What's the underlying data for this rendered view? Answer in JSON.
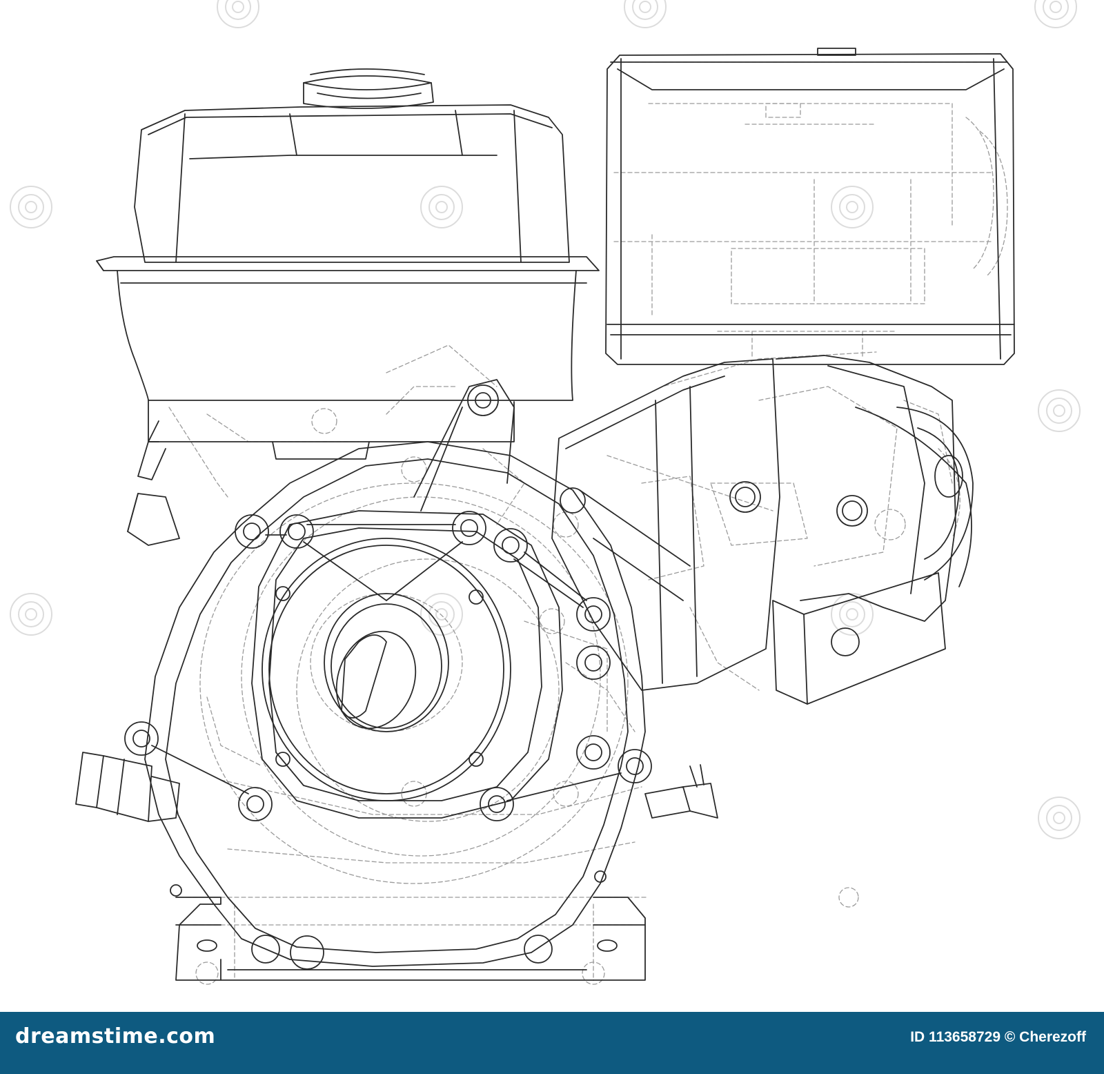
{
  "image": {
    "subject": "engine-line-drawing",
    "line_color": "#2a2a2a",
    "ghost_line_color": "#9a9a9a",
    "background": "#ffffff"
  },
  "watermark": {
    "text": "dreamstime",
    "color": "#d6d6d6"
  },
  "footer": {
    "background": "#0e5a80",
    "logo_text": "dreamstime.com",
    "credit_text": "ID 113658729 © Cherezoff",
    "text_color": "#ffffff"
  }
}
